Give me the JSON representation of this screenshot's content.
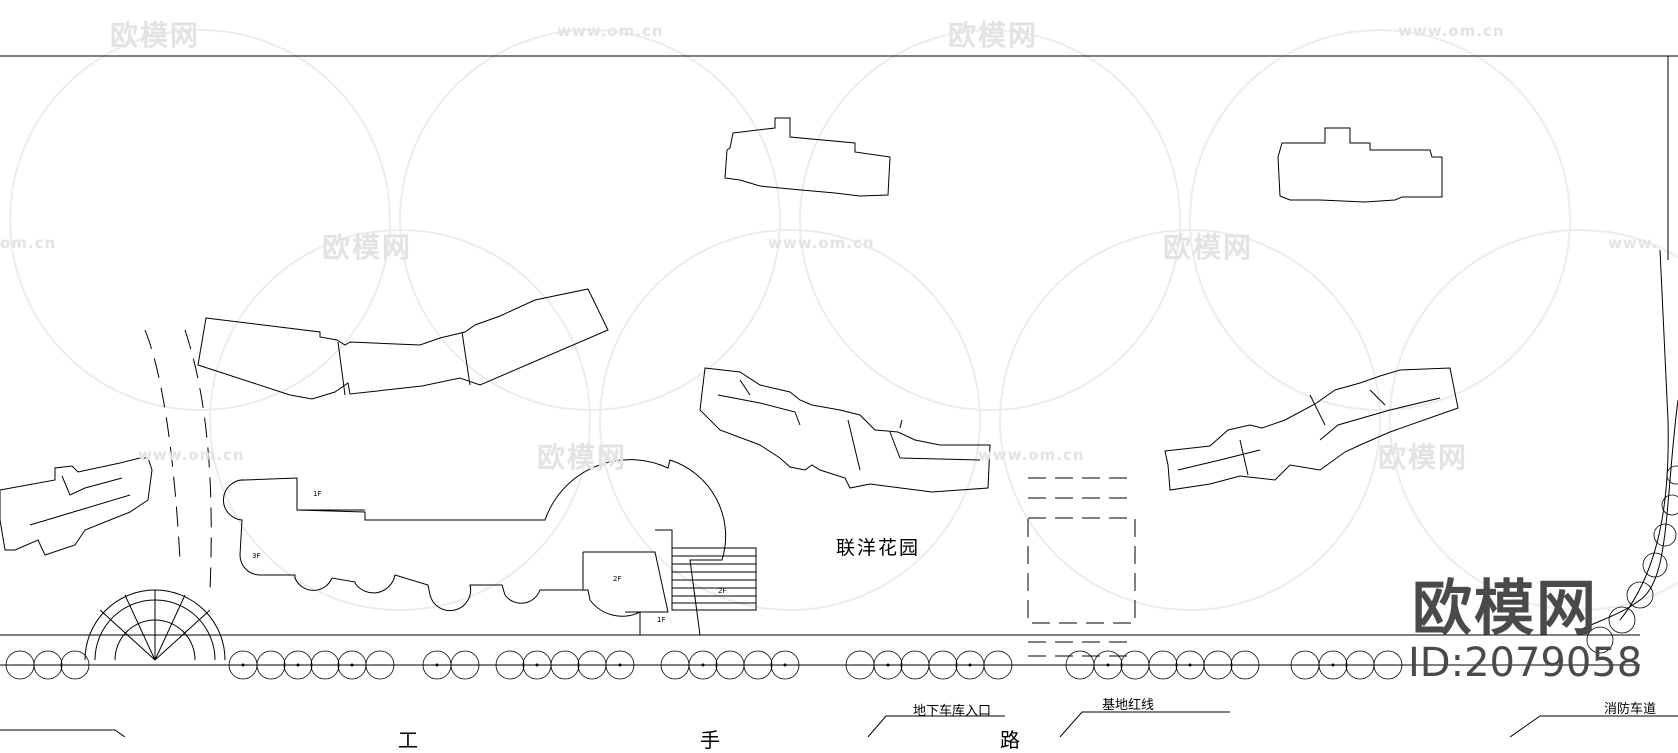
{
  "watermark": {
    "brand_cn": "欧模网",
    "url": "www.om.cn",
    "url_partial_left": "om.cn",
    "url_partial_right": "www.",
    "brand_big": "欧模网",
    "id_text": "ID:2079058"
  },
  "site": {
    "garden_name": "联洋花园",
    "underground_garage": "地下车库入口",
    "red_line": "基地红线",
    "fire_lane": "消防车道",
    "floor_1f_a": "1F",
    "floor_3f": "3F",
    "floor_2f_a": "2F",
    "floor_2f_b": "2F",
    "floor_1f_b": "1F",
    "road_char_1": "工",
    "road_char_2": "手",
    "road_char_3": "路"
  },
  "colors": {
    "line": "#000000",
    "watermark": "#e3e3e3",
    "brand": "#4a4a4a"
  }
}
